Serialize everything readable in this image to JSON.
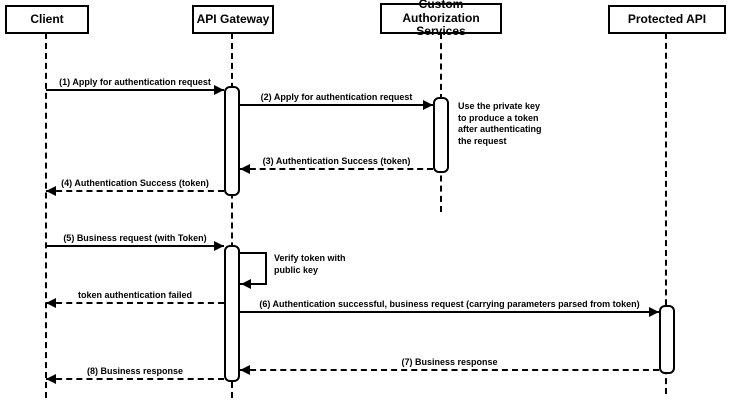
{
  "diagram": {
    "type": "sequence",
    "colors": {
      "line": "#000000",
      "background": "#ffffff",
      "box_fill": "#ffffff"
    },
    "participants": [
      {
        "id": "client",
        "label": "Client"
      },
      {
        "id": "api-gateway",
        "label": "API Gateway"
      },
      {
        "id": "custom-authorization-services",
        "label": "Custom Authorization Services"
      },
      {
        "id": "protected-api",
        "label": "Protected API"
      }
    ],
    "messages": [
      {
        "label": "(1) Apply for authentication request",
        "from": "Client",
        "to": "API Gateway",
        "line": "solid"
      },
      {
        "label": "(2) Apply for authentication request",
        "from": "API Gateway",
        "to": "Custom Authorization Services",
        "line": "solid"
      },
      {
        "label": "(3) Authentication Success (token)",
        "from": "Custom Authorization Services",
        "to": "API Gateway",
        "line": "dashed"
      },
      {
        "label": "(4) Authentication Success (token)",
        "from": "API Gateway",
        "to": "Client",
        "line": "dashed"
      },
      {
        "label": "(5) Business request (with Token)",
        "from": "Client",
        "to": "API Gateway",
        "line": "solid"
      },
      {
        "label": "Verify token with public key",
        "from": "API Gateway",
        "to": "API Gateway",
        "line": "solid",
        "self_message": true
      },
      {
        "label": "token authentication failed",
        "from": "API Gateway",
        "to": "Client",
        "line": "dashed"
      },
      {
        "label": "(6) Authentication successful, business request (carrying parameters parsed from token)",
        "from": "API Gateway",
        "to": "Protected API",
        "line": "solid"
      },
      {
        "label": "(7) Business response",
        "from": "Protected API",
        "to": "API Gateway",
        "line": "dashed"
      },
      {
        "label": "(8) Business response",
        "from": "API Gateway",
        "to": "Client",
        "line": "dashed"
      }
    ],
    "notes": [
      {
        "text": "Use the private key to produce a token after authenticating the request",
        "attached_to": "Custom Authorization Services"
      }
    ]
  }
}
